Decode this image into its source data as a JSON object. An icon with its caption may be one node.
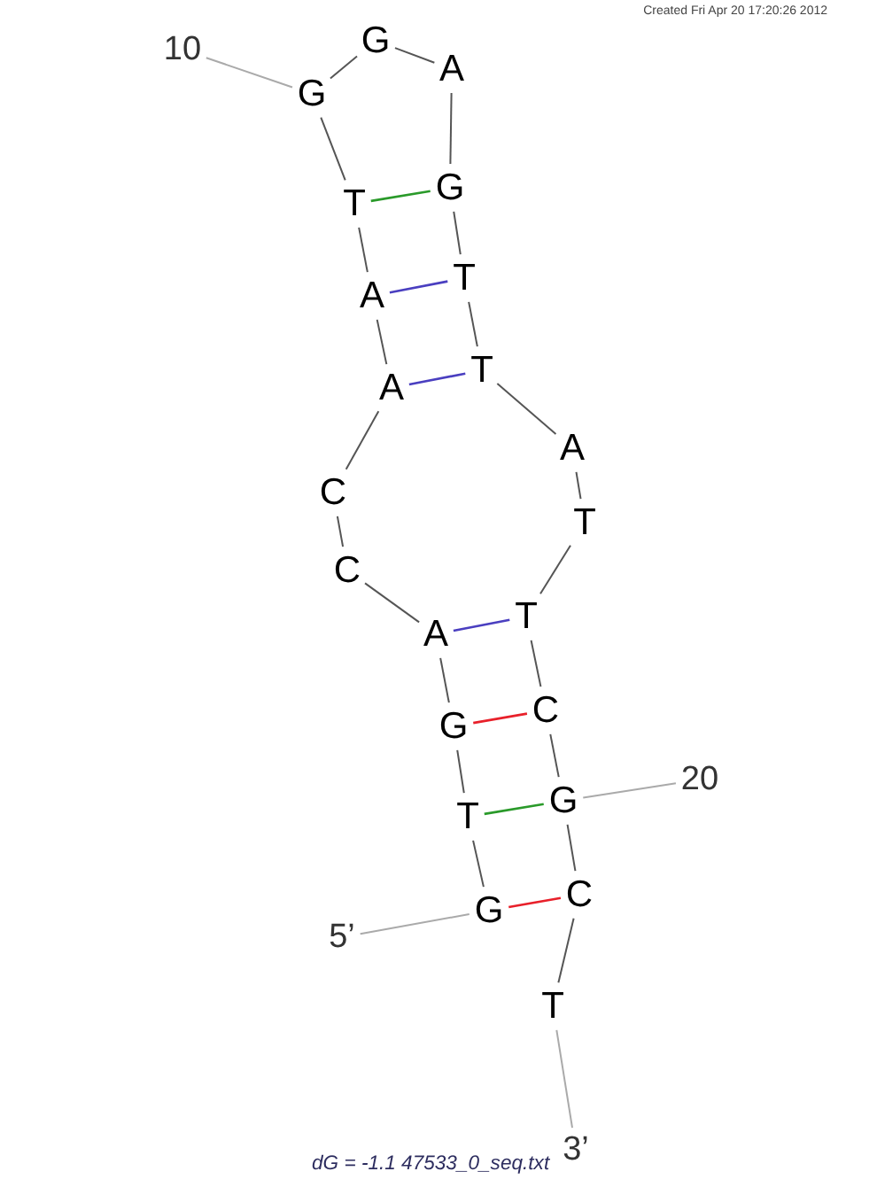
{
  "diagram": {
    "caption": "dG = -1.1 47533_0_seq.txt",
    "nodes": [
      {
        "text": [
          "G"
        ]
      },
      {
        "text": [
          "T"
        ]
      },
      {
        "text": [
          "G"
        ]
      },
      {
        "text": [
          "A"
        ]
      },
      {
        "text": [
          "C"
        ]
      },
      {
        "text": [
          "C"
        ]
      },
      {
        "text": [
          "A"
        ]
      },
      {
        "text": [
          "A"
        ]
      },
      {
        "text": [
          "T"
        ]
      },
      {
        "text": [
          "G"
        ]
      },
      {
        "text": [
          "G"
        ]
      },
      {
        "text": [
          "A"
        ]
      },
      {
        "text": [
          "G"
        ]
      },
      {
        "text": [
          "T"
        ]
      },
      {
        "text": [
          "T"
        ]
      },
      {
        "text": [
          "A"
        ]
      },
      {
        "text": [
          "T"
        ]
      },
      {
        "text": [
          "T"
        ]
      },
      {
        "text": [
          "C"
        ]
      },
      {
        "text": [
          "G"
        ]
      },
      {
        "text": [
          "C"
        ]
      },
      {
        "text": [
          "T"
        ]
      },
      {
        "text": [
          "10"
        ]
      },
      {
        "text": [
          "20"
        ]
      },
      {
        "text": [
          "5’"
        ]
      },
      {
        "text": [
          "3’"
        ]
      }
    ],
    "edges": [
      {
        "from": 0,
        "to": 1,
        "arrow": "none"
      },
      {
        "from": 1,
        "to": 2,
        "arrow": "none"
      },
      {
        "from": 2,
        "to": 3,
        "arrow": "none"
      },
      {
        "from": 3,
        "to": 4,
        "arrow": "none"
      },
      {
        "from": 4,
        "to": 5,
        "arrow": "none"
      },
      {
        "from": 5,
        "to": 6,
        "arrow": "none"
      },
      {
        "from": 6,
        "to": 7,
        "arrow": "none"
      },
      {
        "from": 7,
        "to": 8,
        "arrow": "none"
      },
      {
        "from": 8,
        "to": 9,
        "arrow": "none"
      },
      {
        "from": 9,
        "to": 10,
        "arrow": "none"
      },
      {
        "from": 10,
        "to": 11,
        "arrow": "none"
      },
      {
        "from": 11,
        "to": 12,
        "arrow": "none"
      },
      {
        "from": 12,
        "to": 13,
        "arrow": "none"
      },
      {
        "from": 13,
        "to": 14,
        "arrow": "none"
      },
      {
        "from": 14,
        "to": 15,
        "arrow": "none"
      },
      {
        "from": 15,
        "to": 16,
        "arrow": "none"
      },
      {
        "from": 16,
        "to": 17,
        "arrow": "none"
      },
      {
        "from": 17,
        "to": 18,
        "arrow": "none"
      },
      {
        "from": 18,
        "to": 19,
        "arrow": "none"
      },
      {
        "from": 19,
        "to": 20,
        "arrow": "none"
      },
      {
        "from": 20,
        "to": 21,
        "arrow": "none"
      },
      {
        "from": 0,
        "to": 20,
        "arrow": "none",
        "color": "#e8202a"
      },
      {
        "from": 1,
        "to": 19,
        "arrow": "none",
        "color": "#2a9a2a"
      },
      {
        "from": 2,
        "to": 18,
        "arrow": "none",
        "color": "#e8202a"
      },
      {
        "from": 3,
        "to": 17,
        "arrow": "none",
        "color": "#4a3fc0"
      },
      {
        "from": 6,
        "to": 14,
        "arrow": "none",
        "color": "#4a3fc0"
      },
      {
        "from": 7,
        "to": 13,
        "arrow": "none",
        "color": "#4a3fc0"
      },
      {
        "from": 8,
        "to": 12,
        "arrow": "none",
        "color": "#2a9a2a"
      },
      {
        "from": 22,
        "to": 9,
        "arrow": "none",
        "color": "#aaaaaa"
      },
      {
        "from": 23,
        "to": 19,
        "arrow": "none",
        "color": "#aaaaaa"
      },
      {
        "from": 24,
        "to": 0,
        "arrow": "none",
        "color": "#aaaaaa"
      },
      {
        "from": 21,
        "to": 25,
        "arrow": "none",
        "color": "#aaaaaa"
      }
    ],
    "labels": [
      "Created Fri Apr 20 17:20:26 2012"
    ]
  }
}
